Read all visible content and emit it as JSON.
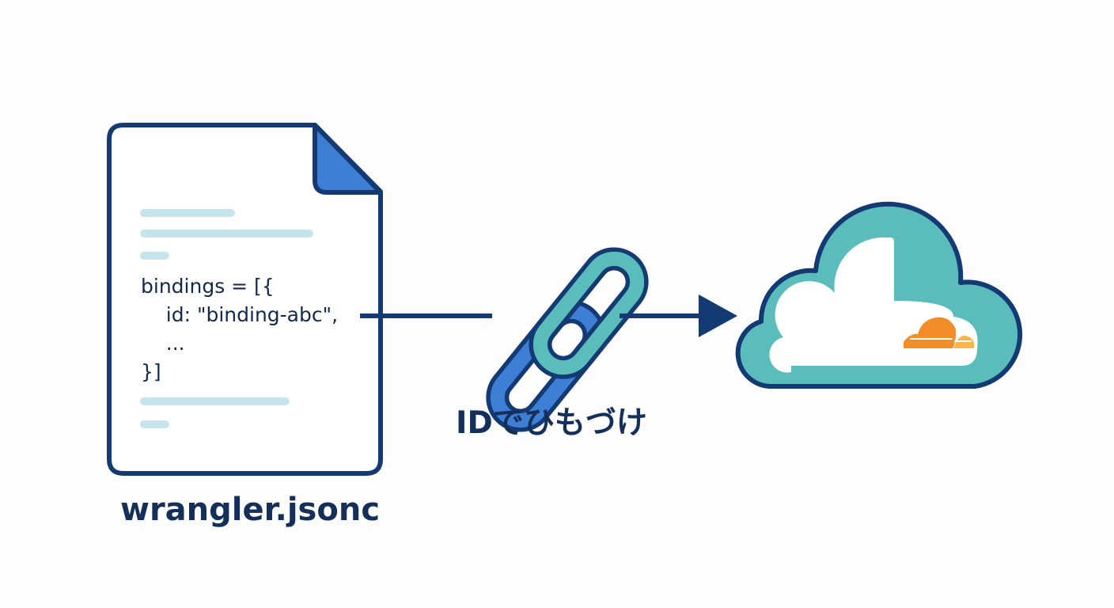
{
  "file": {
    "name": "wrangler.jsonc",
    "code_lines": [
      "bindings = [{",
      "    id: \"binding-abc\",",
      "    ...",
      "}]"
    ]
  },
  "link": {
    "label": "IDでひもづけ"
  },
  "icons": {
    "file": "document-icon",
    "link": "chain-link-icon",
    "arrow": "arrow-right-icon",
    "cloud": "cloud-icon",
    "cloudflare": "cloudflare-logo-icon"
  },
  "colors": {
    "navy": "#133a73",
    "blue": "#3e7fd6",
    "teal": "#5bbdbb",
    "light_blue": "#c6e4ec",
    "orange": "#f28c27",
    "orange_light": "#f7b54a"
  }
}
